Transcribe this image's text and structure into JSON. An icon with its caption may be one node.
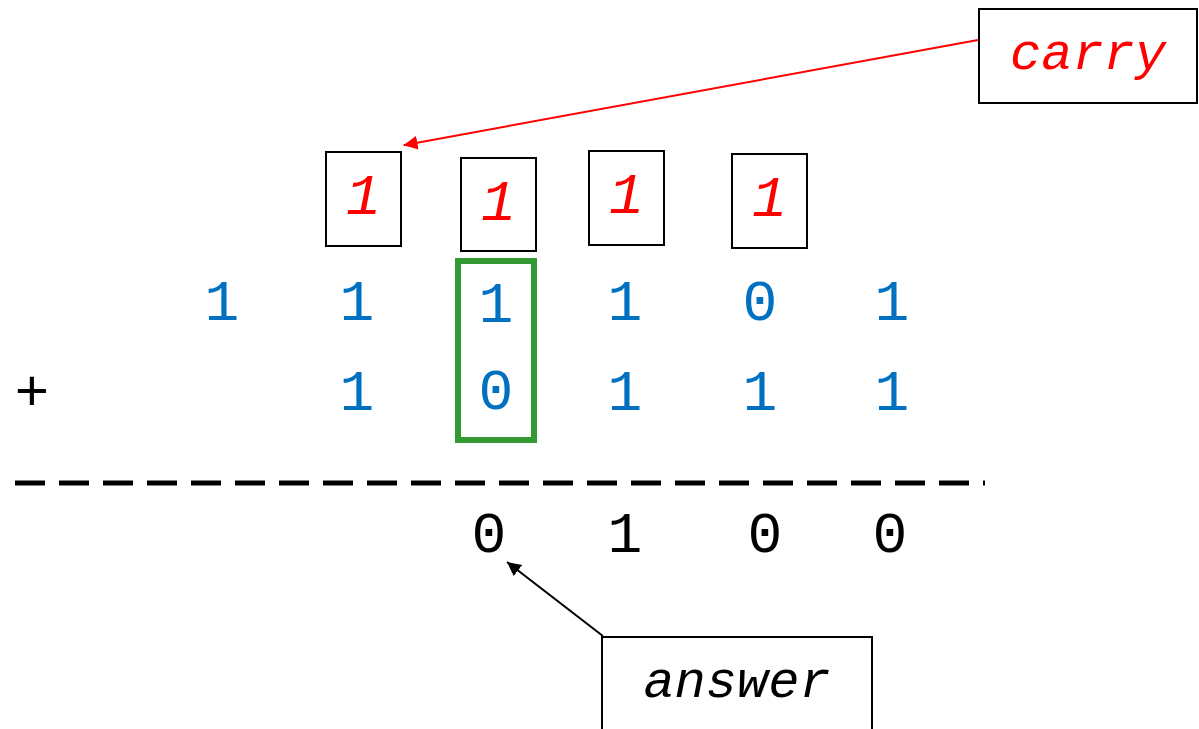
{
  "diagram": {
    "nodes": [
      {
        "text": [
          "carry"
        ]
      },
      {
        "text": [
          "1"
        ]
      },
      {
        "text": [
          "1"
        ]
      },
      {
        "text": [
          "1"
        ]
      },
      {
        "text": [
          "1"
        ]
      },
      {
        "text": [
          "1",
          "0"
        ]
      },
      {
        "text": [
          "0"
        ]
      },
      {
        "text": [
          "answer"
        ]
      }
    ],
    "edges": [
      {
        "from": 0,
        "to": 1,
        "arrow": "to",
        "color": "#ff0000"
      },
      {
        "from": 7,
        "to": 6,
        "arrow": "to",
        "color": "#000000"
      }
    ],
    "labels": [
      "1",
      "1",
      "1",
      "0",
      "1",
      "+",
      "1",
      "1",
      "1",
      "1",
      "1",
      "0",
      "0"
    ]
  }
}
